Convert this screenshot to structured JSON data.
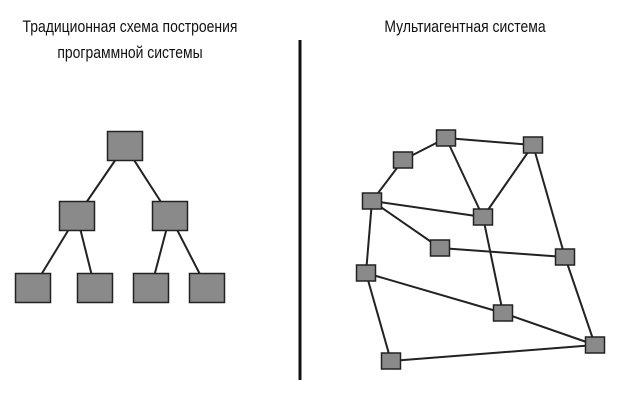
{
  "left": {
    "title_line1": "Традиционная схема построения",
    "title_line2": "программной системы"
  },
  "right": {
    "title": "Мультиагентная система"
  },
  "colors": {
    "node_fill": "#8a8a8a",
    "node_stroke": "#222222",
    "line": "#222222"
  }
}
